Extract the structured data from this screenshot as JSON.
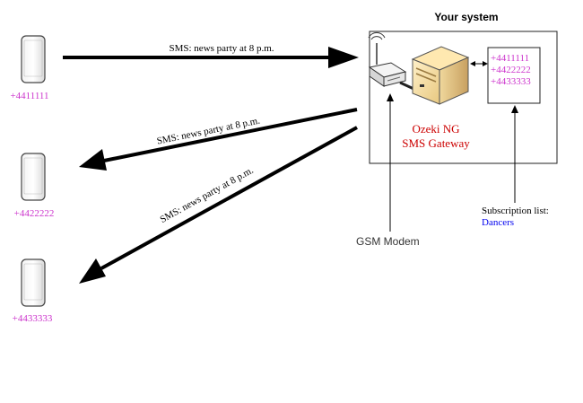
{
  "system": {
    "title": "Your system",
    "gateway_name_line1": "Ozeki NG",
    "gateway_name_line2": "SMS Gateway"
  },
  "phones": [
    {
      "number": "+4411111"
    },
    {
      "number": "+4422222"
    },
    {
      "number": "+4433333"
    }
  ],
  "messages": {
    "incoming": "SMS: news party at 8 p.m.",
    "outgoing_1": "SMS: news party at 8 p.m.",
    "outgoing_2": "SMS: news party at 8 p.m."
  },
  "subscription": {
    "members": [
      "+4411111",
      "+4422222",
      "+4433333"
    ],
    "caption": "Subscription list:",
    "list_name": "Dancers"
  },
  "modem_label": "GSM Modem",
  "colors": {
    "phone_number": "#cc33cc",
    "gateway_text": "#cc0000",
    "list_name": "#0000ee",
    "arrow": "#000000"
  }
}
